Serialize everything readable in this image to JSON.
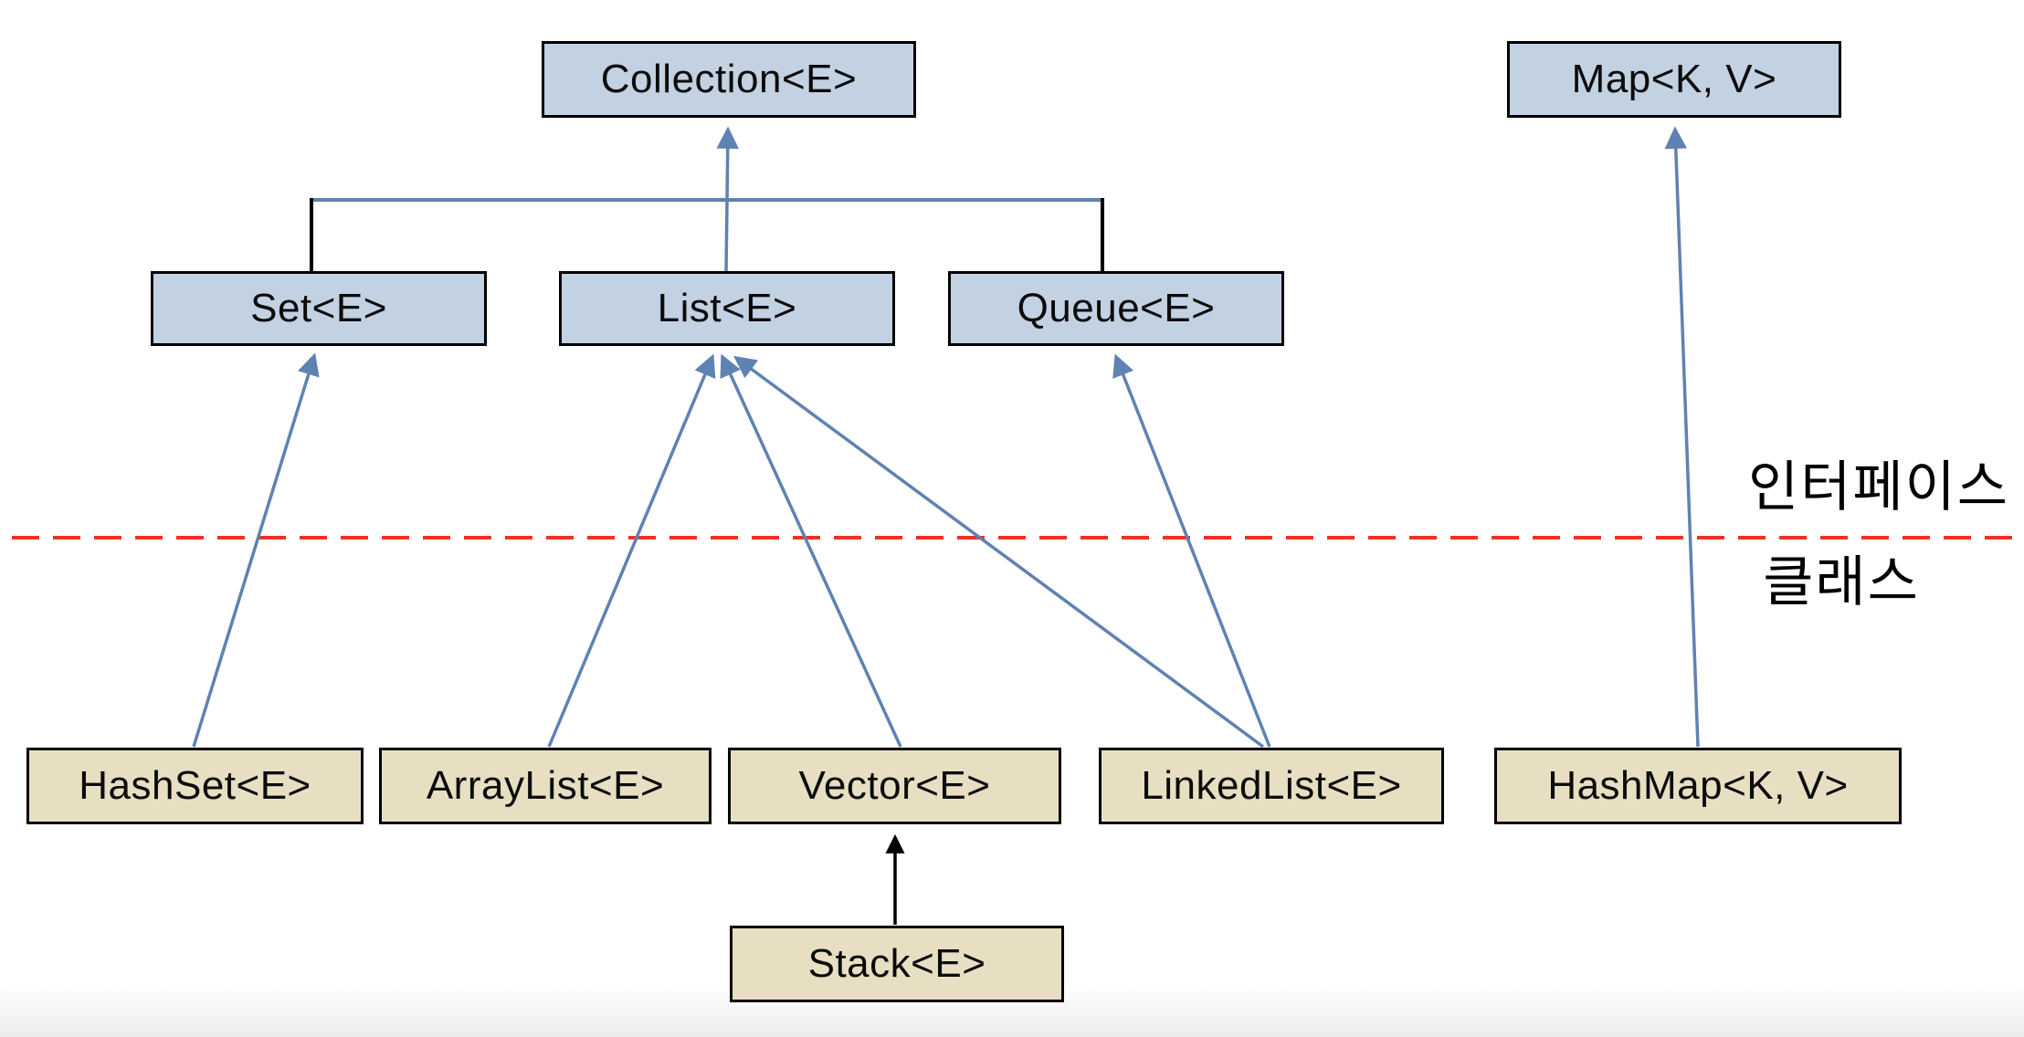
{
  "diagram": {
    "interfaces": {
      "collection": "Collection<E>",
      "map": "Map<K, V>",
      "set": "Set<E>",
      "list": "List<E>",
      "queue": "Queue<E>"
    },
    "classes": {
      "hashset": "HashSet<E>",
      "arraylist": "ArrayList<E>",
      "vector": "Vector<E>",
      "linkedlist": "LinkedList<E>",
      "hashmap": "HashMap<K, V>",
      "stack": "Stack<E>"
    },
    "region_labels": {
      "above_divider": "인터페이스",
      "below_divider": "클래스"
    },
    "edges": [
      {
        "from": "Set<E>",
        "to": "Collection<E>"
      },
      {
        "from": "List<E>",
        "to": "Collection<E>"
      },
      {
        "from": "Queue<E>",
        "to": "Collection<E>"
      },
      {
        "from": "HashSet<E>",
        "to": "Set<E>"
      },
      {
        "from": "ArrayList<E>",
        "to": "List<E>"
      },
      {
        "from": "Vector<E>",
        "to": "List<E>"
      },
      {
        "from": "LinkedList<E>",
        "to": "List<E>"
      },
      {
        "from": "LinkedList<E>",
        "to": "Queue<E>"
      },
      {
        "from": "HashMap<K, V>",
        "to": "Map<K, V>"
      },
      {
        "from": "Stack<E>",
        "to": "Vector<E>"
      }
    ],
    "colors": {
      "interface_box_fill": "#c3d2e2",
      "class_box_fill": "#e8dfc2",
      "box_border": "#000000",
      "arrow_blue": "#5e82b2",
      "arrow_black": "#000000",
      "divider_red": "#ee3223"
    }
  }
}
